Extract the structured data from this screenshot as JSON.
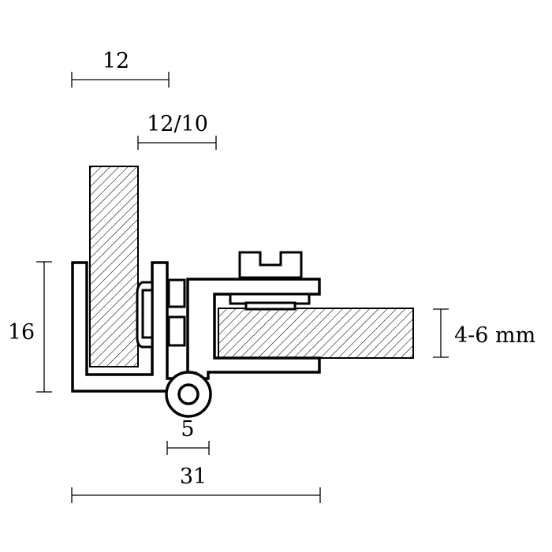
{
  "dimensions": {
    "width_top": "12",
    "depth_upper": "12/10",
    "height_left": "16",
    "glass_thickness": "4-6 mm",
    "hinge_offset": "5",
    "width_total": "31"
  }
}
